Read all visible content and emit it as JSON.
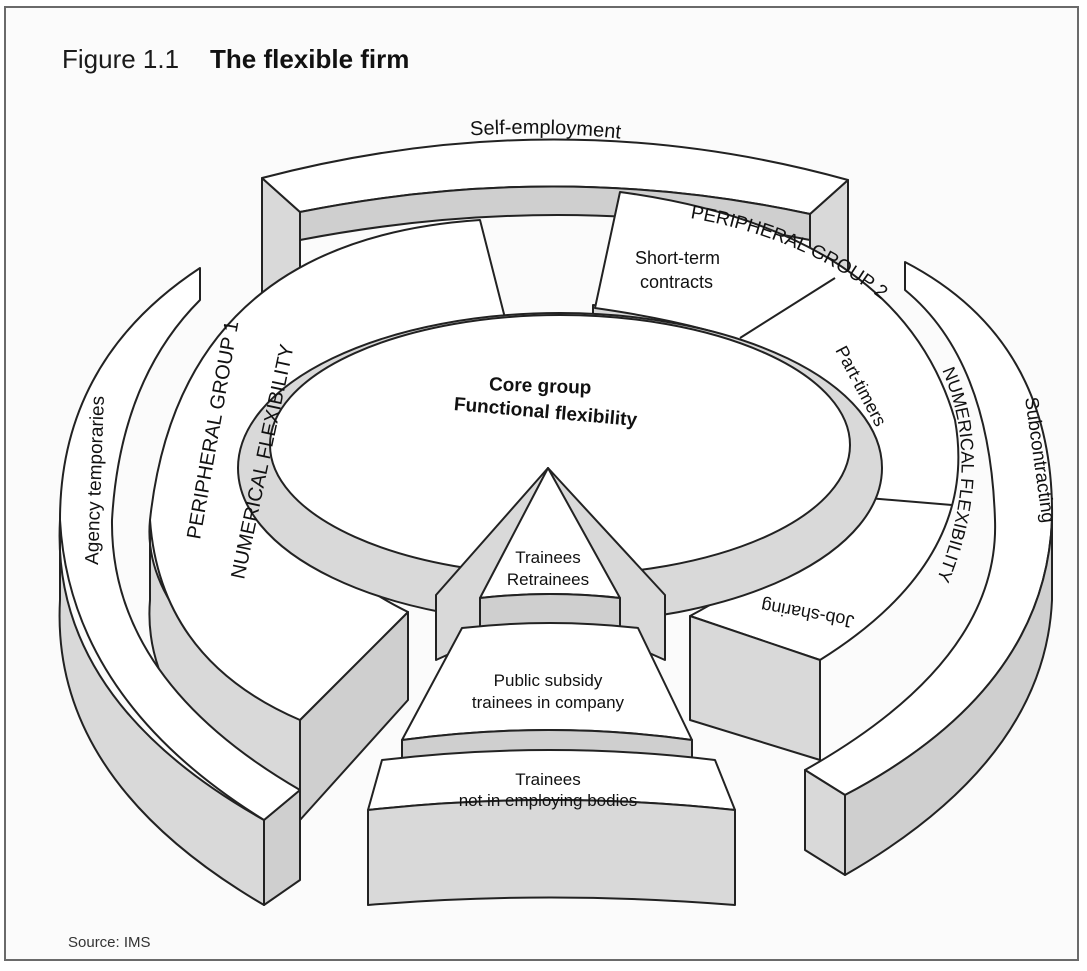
{
  "figure": {
    "number": "Figure 1.1",
    "title": "The flexible firm",
    "source": "Source: IMS"
  },
  "labels": {
    "self_employment": "Self-employment",
    "peripheral_group_2": "PERIPHERAL GROUP 2",
    "short_term_contracts_1": "Short-term",
    "short_term_contracts_2": "contracts",
    "part_timers": "Part-timers",
    "numerical_flexibility_right": "NUMERICAL FLEXIBILITY",
    "subcontracting": "Subcontracting",
    "job_sharing": "Job-sharing",
    "agency_temporaries": "Agency temporaries",
    "peripheral_group_1": "PERIPHERAL GROUP 1",
    "numerical_flexibility_left": "NUMERICAL FLEXIBILITY",
    "core_group": "Core group",
    "functional_flexibility": "Functional flexibility",
    "trainees": "Trainees",
    "retrainees": "Retrainees",
    "public_subsidy_1": "Public subsidy",
    "public_subsidy_2": "trainees in company",
    "trainees_not_1": "Trainees",
    "trainees_not_2": "not in employing bodies"
  }
}
